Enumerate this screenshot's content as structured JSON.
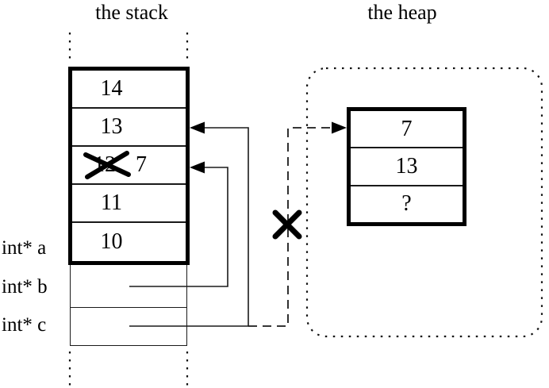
{
  "titles": {
    "stack": "the stack",
    "heap": "the heap"
  },
  "stack": {
    "rows": [
      {
        "value": "14"
      },
      {
        "value": "13"
      },
      {
        "old_value": "12",
        "new_value": "7",
        "crossed_out": true
      },
      {
        "value": "11"
      },
      {
        "value": "10"
      }
    ]
  },
  "variables": [
    {
      "label": "int* a"
    },
    {
      "label": "int* b"
    },
    {
      "label": "int* c"
    }
  ],
  "heap": {
    "rows": [
      {
        "value": "7"
      },
      {
        "value": "13"
      },
      {
        "value": "?"
      }
    ]
  },
  "colors": {
    "ink": "#000000",
    "background": "#ffffff"
  }
}
